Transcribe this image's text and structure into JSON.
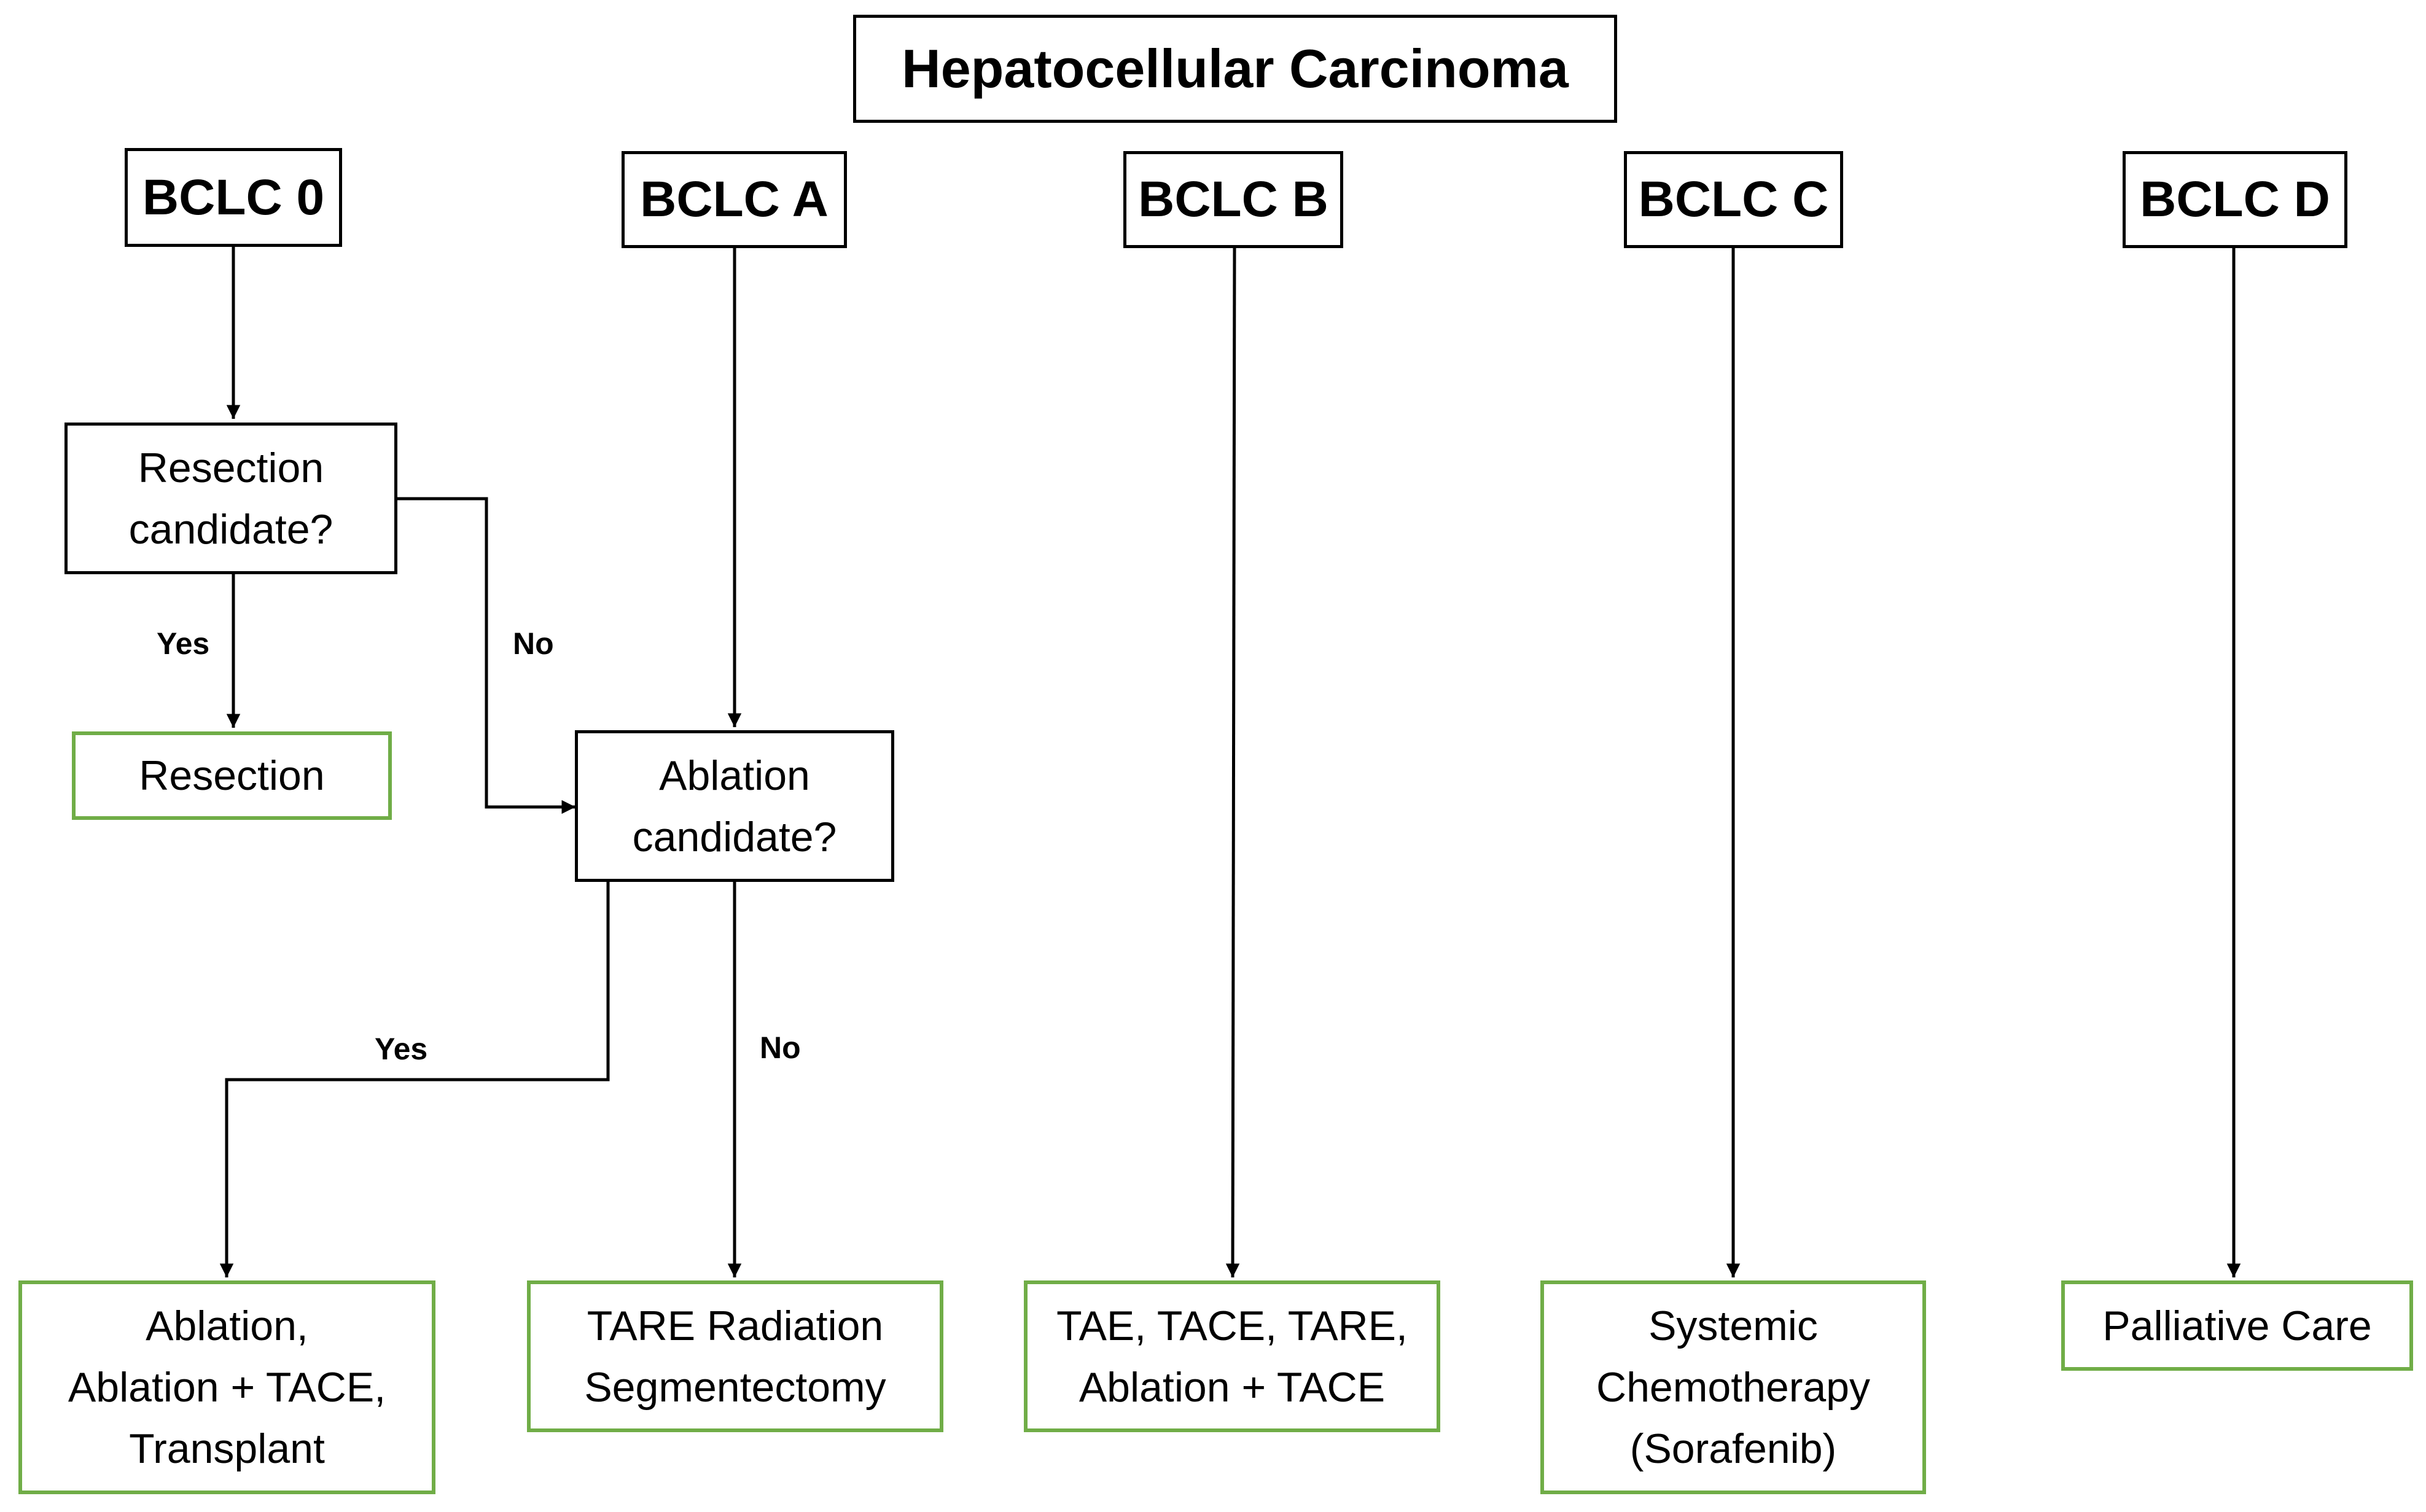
{
  "title": "Hepatocellular Carcinoma",
  "stages": {
    "bclc_0": "BCLC 0",
    "bclc_a": "BCLC A",
    "bclc_b": "BCLC B",
    "bclc_c": "BCLC C",
    "bclc_d": "BCLC D"
  },
  "decisions": {
    "resection_candidate": "Resection\ncandidate?",
    "ablation_candidate": "Ablation\ncandidate?"
  },
  "outcomes": {
    "resection": "Resection",
    "ablation_transplant": "Ablation,\nAblation + TACE,\nTransplant",
    "tare_segmentectomy": "TARE Radiation\nSegmentectomy",
    "tae_tace_tare": "TAE, TACE, TARE,\nAblation + TACE",
    "systemic_chemo": "Systemic\nChemotherapy\n(Sorafenib)",
    "palliative": "Palliative Care"
  },
  "edge_labels": {
    "resection_yes": "Yes",
    "resection_no": "No",
    "ablation_yes": "Yes",
    "ablation_no": "No"
  },
  "colors": {
    "stage_border": "#000000",
    "outcome_border": "#70ad47",
    "connector": "#000000"
  }
}
